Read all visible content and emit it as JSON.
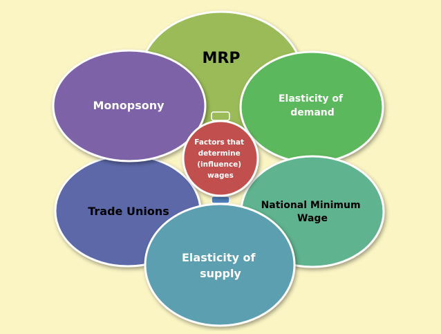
{
  "center": {
    "lines": [
      "Factors that",
      "determine",
      "(influence)",
      "wages"
    ],
    "color": "#c0504d"
  },
  "factors": [
    {
      "id": "mrp",
      "lines": [
        "MRP"
      ],
      "color": "#9bbb59",
      "text_color": "#000000"
    },
    {
      "id": "elasticity-of-demand",
      "lines": [
        "Elasticity of",
        "demand"
      ],
      "color": "#5cb85c",
      "text_color": "#ffffff"
    },
    {
      "id": "national-minimum-wage",
      "lines": [
        "National Minimum",
        "Wage"
      ],
      "color": "#5fb38e",
      "text_color": "#000000"
    },
    {
      "id": "elasticity-of-supply",
      "lines": [
        "Elasticity of",
        "supply"
      ],
      "color": "#5b9fb1",
      "text_color": "#ffffff"
    },
    {
      "id": "trade-unions",
      "lines": [
        "Trade Unions"
      ],
      "color": "#5b67a8",
      "text_color": "#000000"
    },
    {
      "id": "monopsony",
      "lines": [
        "Monopsony"
      ],
      "color": "#7e62a8",
      "text_color": "#ffffff"
    }
  ],
  "connector_colors": {
    "top": "#9bbb59",
    "bottom": "#4f81bd"
  }
}
